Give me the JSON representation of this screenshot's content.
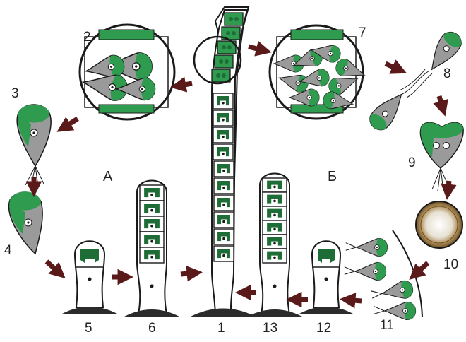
{
  "labels": {
    "n1": "1",
    "n2": "2",
    "n3": "3",
    "n4": "4",
    "n5": "5",
    "n6": "6",
    "n7": "7",
    "n8": "8",
    "n9": "9",
    "n10": "10",
    "n11": "11",
    "n12": "12",
    "n13": "13",
    "cycle_a": "А",
    "cycle_b": "Б"
  },
  "colors": {
    "green": "#2e9b4f",
    "dark_green": "#1f6d36",
    "outline": "#1a1a1a",
    "arrow": "#5a1a1a",
    "cell_body": "#9a9a9a",
    "zygote_shell": "#8a6a3a",
    "zygote_inner": "#e8e4dc",
    "base": "#2b2b2b"
  }
}
